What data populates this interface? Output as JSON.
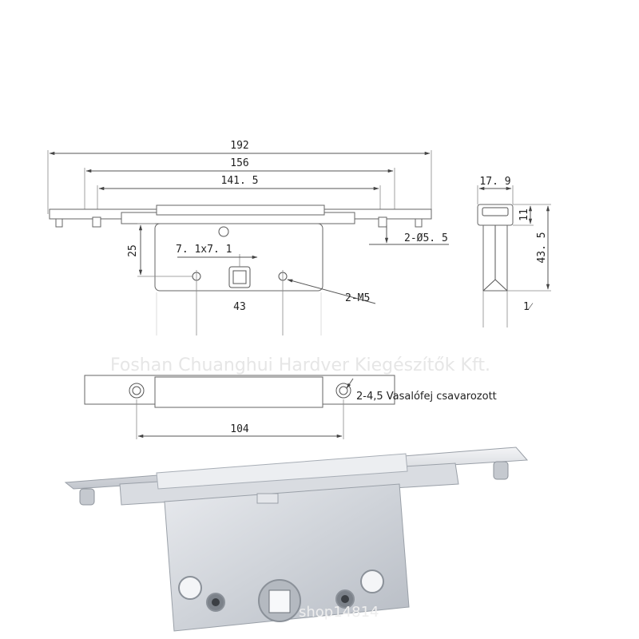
{
  "dimensions": {
    "overall_length": "192",
    "mid_length": "156",
    "inner_length": "141. 5",
    "height_offset": "25",
    "square_hole": "7. 1x7. 1",
    "screw_hole": "2-Ø5. 5",
    "threads": "2-M5",
    "spacing_partial": "43",
    "profile_width": "17. 9",
    "profile_top": "11",
    "profile_height": "43. 5",
    "profile_partial": "1⁄",
    "hole_spacing": "104"
  },
  "annotations": {
    "screw_note": "2-4,5 Vasalófej csavarozott"
  },
  "watermark": {
    "company": "Foshan Chuanghui Hardver Kiegészítők Kft.",
    "shop_partial": "shop14814"
  }
}
